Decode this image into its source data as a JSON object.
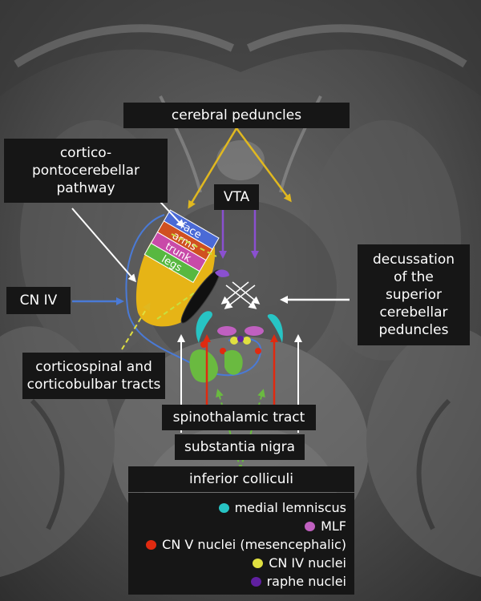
{
  "labels": {
    "cerebral_peduncles": "cerebral peduncles",
    "cortico_pontocerebellar": "cortico-\npontocerebellar\npathway",
    "vta": "VTA",
    "cn_iv": "CN IV",
    "decussation": "decussation\nof the\nsuperior\ncerebellar\npeduncles",
    "corticospinal": "corticospinal and\ncorticobulbar tracts",
    "spinothalamic": "spinothalamic tract",
    "substantia_nigra": "substantia nigra",
    "inferior_colliculi": "inferior colliculi"
  },
  "somatotopy": [
    "face",
    "arms",
    "trunk",
    "legs"
  ],
  "legend": [
    {
      "label": "medial lemniscus",
      "color": "#27c4c4"
    },
    {
      "label": "MLF",
      "color": "#c060c0"
    },
    {
      "label": "CN V nuclei (mesencephalic)",
      "color": "#e02a10"
    },
    {
      "label": "CN IV nuclei",
      "color": "#e0e040"
    },
    {
      "label": "raphe nuclei",
      "color": "#6020a0"
    }
  ],
  "colors": {
    "peduncle_fill": "#e6b416",
    "face": "#4a6ad6",
    "arms": "#d05020",
    "trunk": "#c84aa8",
    "legs": "#58b840",
    "substantia_nigra": "#101010",
    "spinothalamic": "#6aba40",
    "medial_lemniscus": "#27c4c4",
    "mlf": "#c060c0",
    "cn_v": "#e02a10",
    "cn_iv_nuclei": "#e0e040",
    "raphe": "#6020a0",
    "vta": "#8a50d0",
    "cn_iv_nerve": "#4a7ad6",
    "arrow_yellow": "#e0b820",
    "arrow_white": "#ffffff"
  }
}
